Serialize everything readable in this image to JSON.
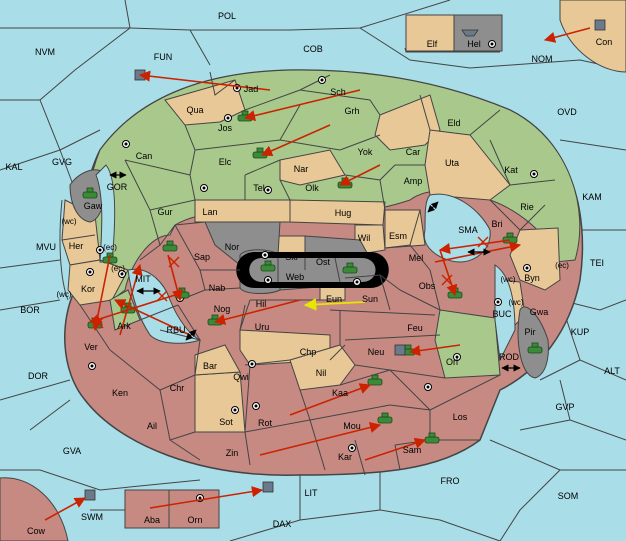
{
  "colors": {
    "sea": "#a9dde8",
    "green": "#a9c98c",
    "tan": "#e8c896",
    "red": "#c68a82",
    "grey": "#8e8e8e",
    "order_arrow": "#cc2200",
    "support_arrow": "#e6e600",
    "border": "#444444"
  },
  "regions": {
    "POL": "POL",
    "NVM": "NVM",
    "FUN": "FUN",
    "COB": "COB",
    "NOM": "NOM",
    "OVD": "OVD",
    "KAL": "KAL",
    "GVG": "GVG",
    "KAM": "KAM",
    "TEI": "TEI",
    "MVU": "MVU",
    "BOR": "BOR",
    "DOR": "DOR",
    "ALT": "ALT",
    "KUP": "KUP",
    "GVP": "GVP",
    "GVA": "GVA",
    "FRO": "FRO",
    "SOM": "SOM",
    "LIT": "LIT",
    "DAX": "DAX",
    "SWM": "SWM",
    "Cow": "Cow",
    "Con": "Con",
    "Elf": "Elf",
    "Hel": "Hel",
    "Aba": "Aba",
    "Orn": "Orn",
    "Jad": "Jad",
    "Sch": "Sch",
    "Qua": "Qua",
    "Jos": "Jos",
    "Grh": "Grh",
    "Eld": "Eld",
    "Can": "Can",
    "Elc": "Elc",
    "Nar": "Nar",
    "Yok": "Yok",
    "Car": "Car",
    "Uta": "Uta",
    "Kat": "Kat",
    "Olk": "Olk",
    "Amp": "Amp",
    "Tel": "Tel",
    "Gur": "Gur",
    "Lan": "Lan",
    "Hug": "Hug",
    "Rie": "Rie",
    "Bri": "Bri",
    "Wil": "Wil",
    "Esm": "Esm",
    "SMA": "SMA",
    "Gaw": "Gaw",
    "GOR": "GOR",
    "Nor": "Nor",
    "Skr": "Skr",
    "Ost": "Ost",
    "Web": "Web",
    "Sap": "Sap",
    "Her": "Her",
    "Kor": "Kor",
    "MIT": "MIT",
    "Nab": "Nab",
    "Mel": "Mel",
    "Obs": "Obs",
    "Byn": "Byn",
    "Eun": "Eun",
    "Sun": "Sun",
    "Hil": "Hil",
    "Nog": "Nog",
    "Ark": "Ark",
    "RBU": "RBU",
    "Gwa": "Gwa",
    "BUC": "BUC",
    "Pir": "Pir",
    "Ver": "Ver",
    "Uru": "Uru",
    "Feu": "Feu",
    "Chp": "Chp",
    "Neu": "Neu",
    "Orl": "Orl",
    "ROD": "ROD",
    "Bar": "Bar",
    "Qwi": "Qwi",
    "Nil": "Nil",
    "Ken": "Ken",
    "Chr": "Chr",
    "Kaa": "Kaa",
    "Sot": "Sot",
    "Rot": "Rot",
    "Ail": "Ail",
    "Mou": "Mou",
    "Los": "Los",
    "Zin": "Zin",
    "Kar": "Kar",
    "Sam": "Sam"
  },
  "coast_marks": {
    "her_wc": "(wc)",
    "her_ec": "(ec)",
    "kor_wc": "(wc)",
    "kor_ec": "(ec)",
    "byn_wc": "(wc)",
    "byn_ec": "(ec)",
    "gwa_wc": "(wc)"
  }
}
